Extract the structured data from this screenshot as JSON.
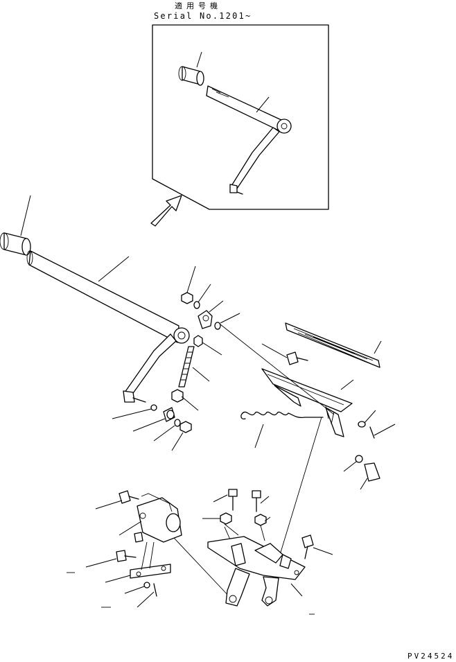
{
  "header": {
    "applicable_serial_jp": "適用号機",
    "serial_label": "Serial No.1201~"
  },
  "footer": {
    "drawing_code": "PV24524"
  }
}
